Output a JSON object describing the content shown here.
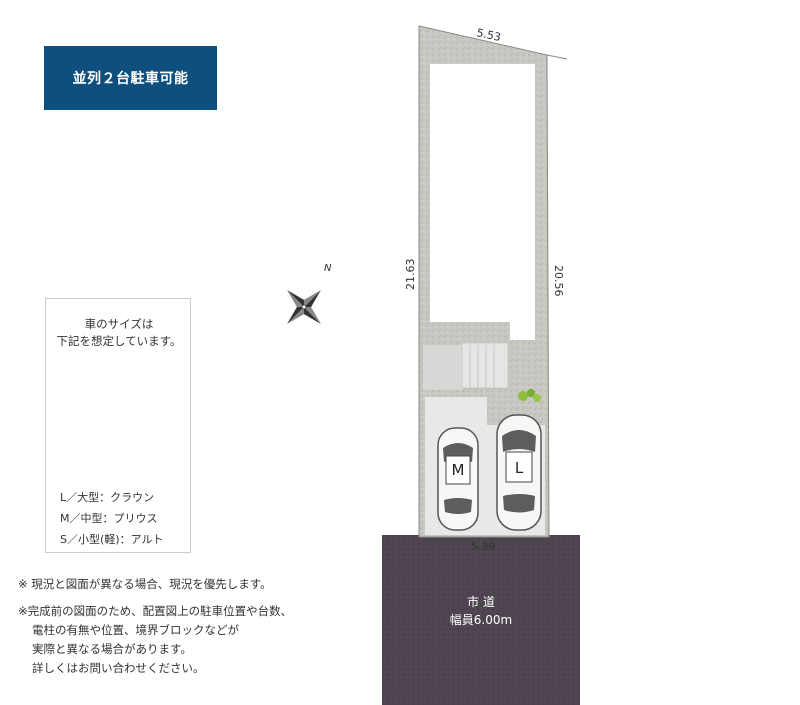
{
  "badge": "並列２台駐車可能",
  "dimensions": {
    "top": "5.53",
    "left": "21.63",
    "right": "20.56",
    "bottom": "5.39"
  },
  "compass": "N",
  "road": {
    "name": "市 道",
    "width": "幅員6.00m"
  },
  "parking": {
    "left_car": "M",
    "right_car": "L"
  },
  "legend": {
    "title_line1": "車のサイズは",
    "title_line2": "下記を想定しています。",
    "car_labels": [
      "L",
      "M",
      "S"
    ],
    "items": [
      "L／大型：クラウン",
      "M／中型：プリウス",
      "S／小型(軽)：アルト"
    ]
  },
  "notes": {
    "note1": "※ 現況と図面が異なる場合、現況を優先します。",
    "note2_lines": [
      "※完成前の図面のため、配置図上の駐車位置や台数、",
      "電柱の有無や位置、境界ブロックなどが",
      "実際と異なる場合があります。",
      "詳しくはお問い合わせください。"
    ]
  },
  "colors": {
    "badge": "#0f4f7d",
    "road": "#4e4450",
    "gravel": "#c9c7c1",
    "paving": "#e8e8e8",
    "greenery": "#8bbf3c"
  }
}
